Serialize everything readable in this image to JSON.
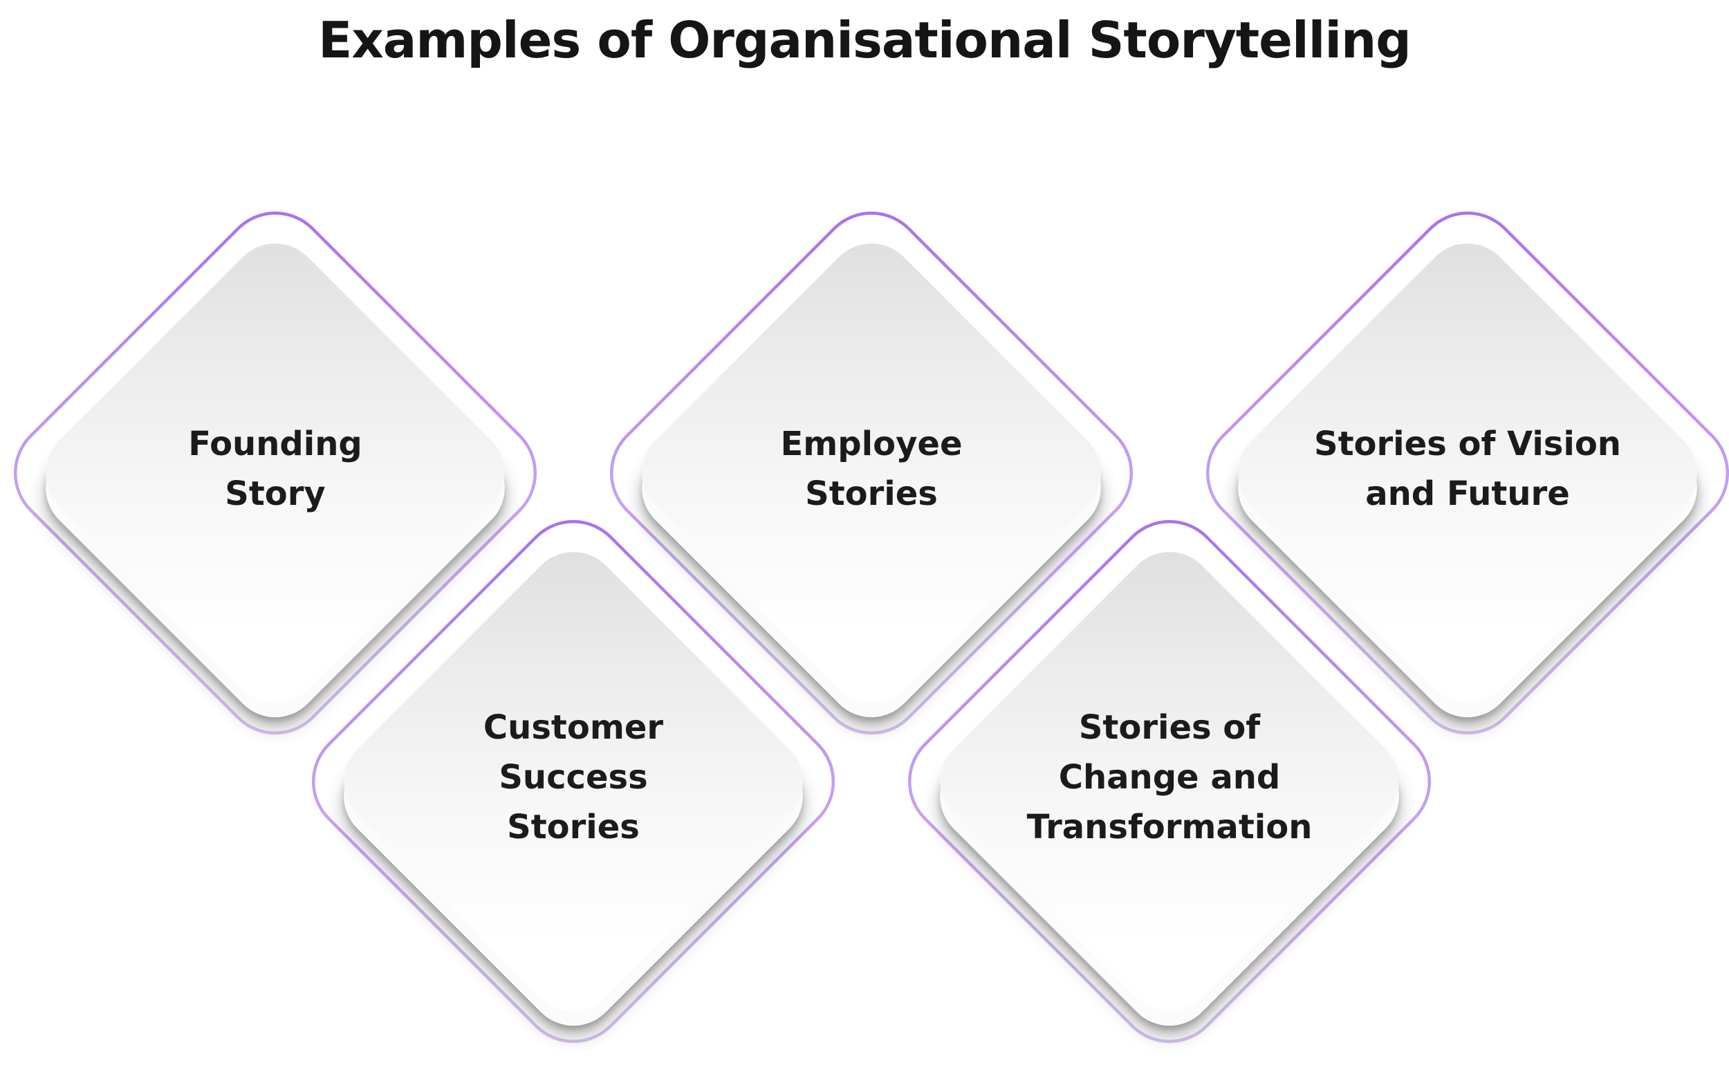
{
  "title": "Examples of Organisational Storytelling",
  "colors": {
    "title": "#151515",
    "text": "#1b1b1d",
    "outline_top": "#a56fee",
    "outline_mid": "#c49df2",
    "outline_bottom": "#d9c6f3",
    "face_top": "#dedede",
    "face_bottom": "#ffffff"
  },
  "cards": [
    {
      "id": "founding-story",
      "label": "Founding\nStory"
    },
    {
      "id": "employee-stories",
      "label": "Employee\nStories"
    },
    {
      "id": "stories-of-vision-and-future",
      "label": "Stories of Vision\nand Future"
    },
    {
      "id": "customer-success-stories",
      "label": "Customer\nSuccess\nStories"
    },
    {
      "id": "stories-of-change-and-transformation",
      "label": "Stories of\nChange and\nTransformation"
    }
  ]
}
